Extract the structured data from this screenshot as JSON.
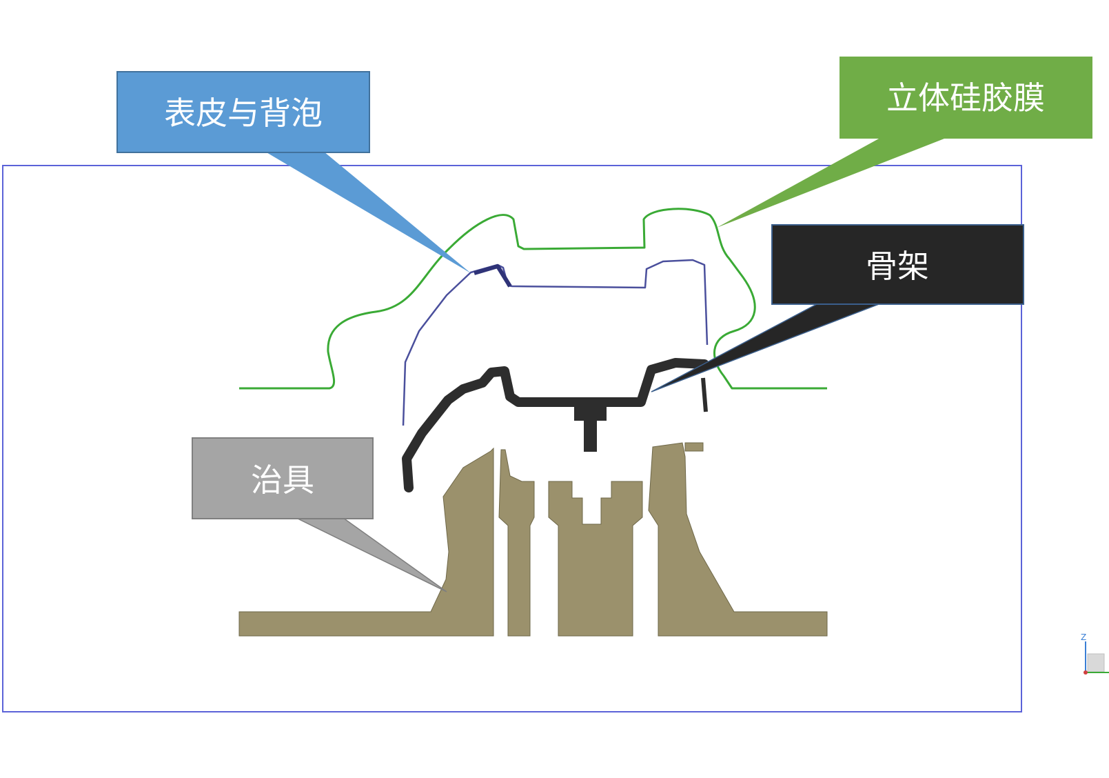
{
  "callouts": {
    "skin_foam": {
      "label": "表皮与背泡",
      "color": "#5b9bd5"
    },
    "silicone_membrane": {
      "label": "立体硅胶膜",
      "color": "#70ad47"
    },
    "skeleton": {
      "label": "骨架",
      "color": "#262626"
    },
    "fixture": {
      "label": "治具",
      "color": "#a5a5a5"
    }
  },
  "parts": {
    "silicone_membrane_color": "#3aaa35",
    "skin_foam_color": "#4a4f9c",
    "skeleton_color": "#2d2d2d",
    "fixture_color": "#9b916c",
    "viewport_border_color": "#5b62d8"
  },
  "axis_triad": {
    "z_label": "Z"
  }
}
